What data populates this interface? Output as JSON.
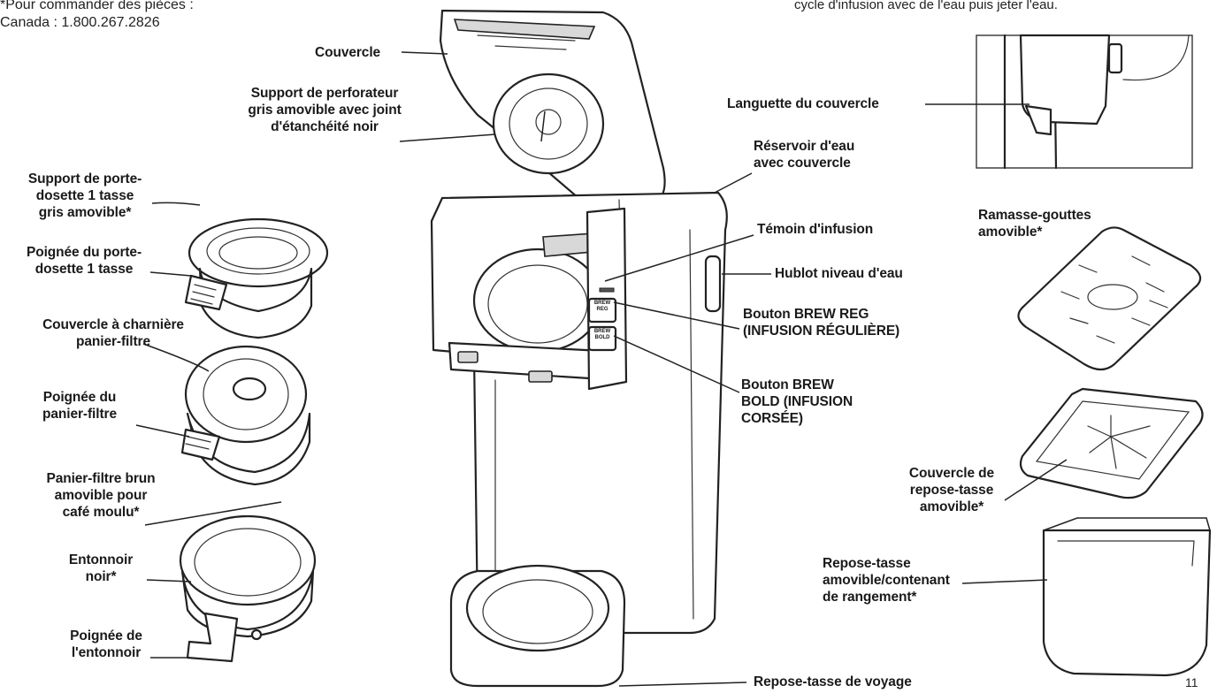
{
  "header": {
    "parts_line": "*Pour commander des pièces :",
    "canada_line": "Canada : 1.800.267.2826",
    "top_right_note": "cycle d'infusion avec de l'eau puis jeter l'eau."
  },
  "labels": {
    "couvercle": "Couvercle",
    "support_perforateur": [
      "Support de perforateur",
      "gris amovible avec joint",
      "d'étanchéité noir"
    ],
    "support_porte_dosette": [
      "Support de porte-",
      "dosette 1 tasse",
      "gris amovible*"
    ],
    "poignee_porte_dosette": [
      "Poignée du porte-",
      "dosette 1 tasse"
    ],
    "couvercle_charniere": [
      "Couvercle à charnière",
      "panier-filtre"
    ],
    "poignee_panier": [
      "Poignée du",
      "panier-filtre"
    ],
    "panier_filtre": [
      "Panier-filtre brun",
      "amovible pour",
      "café moulu*"
    ],
    "entonnoir": [
      "Entonnoir",
      "noir*"
    ],
    "poignee_entonnoir": [
      "Poignée de",
      "l'entonnoir"
    ],
    "languette": "Languette du couvercle",
    "reservoir": [
      "Réservoir d'eau",
      "avec couvercle"
    ],
    "temoin": "Témoin d'infusion",
    "hublot": "Hublot niveau d'eau",
    "brew_reg": [
      "Bouton BREW REG",
      "(INFUSION RÉGULIÈRE)"
    ],
    "brew_bold": [
      "Bouton BREW",
      "BOLD (INFUSION",
      "CORSÉE)"
    ],
    "ramasse": [
      "Ramasse-gouttes",
      "amovible*"
    ],
    "couvercle_repose": [
      "Couvercle de",
      "repose-tasse",
      "amovible*"
    ],
    "repose_tasse": [
      "Repose-tasse",
      "amovible/contenant",
      "de rangement*"
    ],
    "repose_voyage": "Repose-tasse de voyage"
  },
  "buttons": {
    "brew_reg": [
      "BREW",
      "REG"
    ],
    "brew_bold": [
      "BREW",
      "BOLD"
    ]
  },
  "page_number": "11"
}
